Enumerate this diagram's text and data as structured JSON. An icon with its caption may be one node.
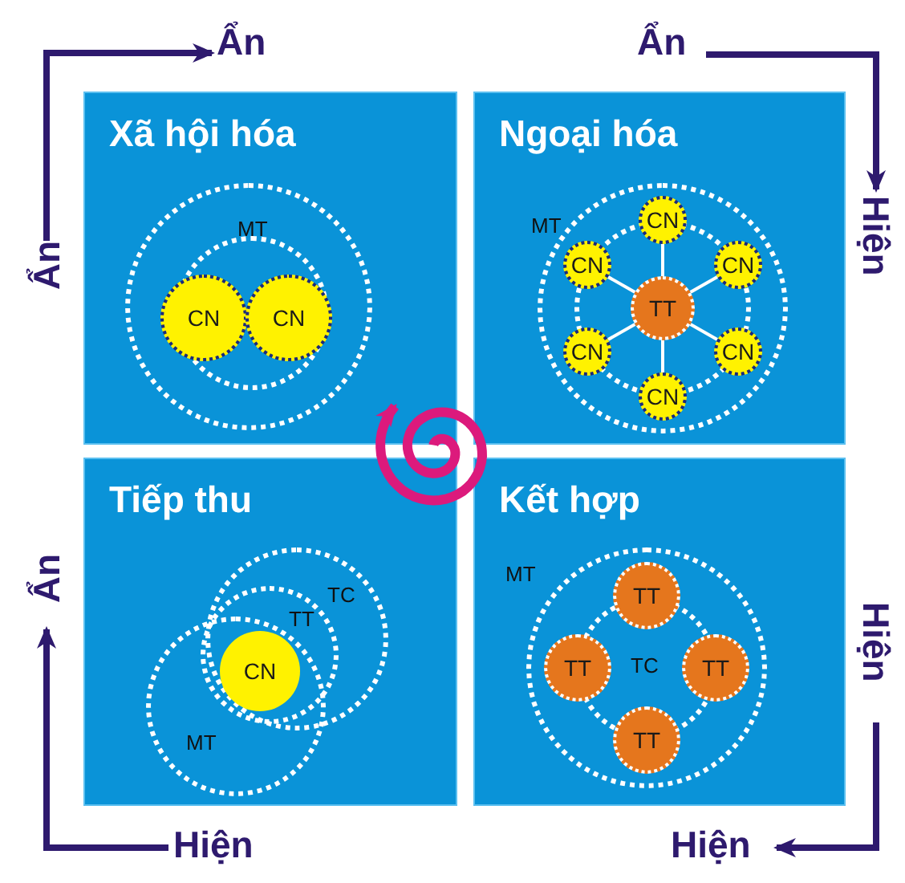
{
  "diagram": {
    "nodes": [
      {
        "text": [
          "Xã hội hóa"
        ]
      },
      {
        "text": [
          "CN"
        ],
        "in": 0
      },
      {
        "text": [
          "CN"
        ],
        "in": 0
      },
      {
        "text": [
          "Ngoại hóa"
        ]
      },
      {
        "text": [
          "CN"
        ],
        "in": 3
      },
      {
        "text": [
          "CN"
        ],
        "in": 3
      },
      {
        "text": [
          "CN"
        ],
        "in": 3
      },
      {
        "text": [
          "TT"
        ],
        "in": 3
      },
      {
        "text": [
          "CN"
        ],
        "in": 3
      },
      {
        "text": [
          "CN"
        ],
        "in": 3
      },
      {
        "text": [
          "CN"
        ],
        "in": 3
      },
      {
        "text": [
          "Tiếp thu"
        ]
      },
      {
        "text": [
          "CN"
        ],
        "in": 11
      },
      {
        "text": [
          "Kết hợp"
        ]
      },
      {
        "text": [
          "TT"
        ],
        "in": 13
      },
      {
        "text": [
          "TT"
        ],
        "in": 13
      },
      {
        "text": [
          "TT"
        ],
        "in": 13
      },
      {
        "text": [
          "TT"
        ],
        "in": 13
      },
      {
        "text": [
          "Ẩn"
        ]
      },
      {
        "text": [
          "Ẩn"
        ]
      },
      {
        "text": [
          "Ẩn"
        ]
      },
      {
        "text": [
          "Hiện"
        ]
      },
      {
        "text": [
          "Ẩn"
        ]
      },
      {
        "text": [
          "Hiện"
        ]
      },
      {
        "text": [
          "Hiện"
        ]
      },
      {
        "text": [
          "Hiện"
        ]
      }
    ],
    "edges": [
      {
        "from": 7,
        "to": 4,
        "arrow": "none"
      },
      {
        "from": 7,
        "to": 5,
        "arrow": "none"
      },
      {
        "from": 7,
        "to": 6,
        "arrow": "none"
      },
      {
        "from": 7,
        "to": 8,
        "arrow": "none"
      },
      {
        "from": 7,
        "to": 9,
        "arrow": "none"
      },
      {
        "from": 7,
        "to": 10,
        "arrow": "none"
      },
      {
        "from": 20,
        "to": 18,
        "arrow": "to",
        "style": "thick",
        "color": "#2e1a6e"
      },
      {
        "from": 19,
        "to": 21,
        "arrow": "to",
        "style": "thick",
        "color": "#2e1a6e"
      },
      {
        "from": 23,
        "to": 25,
        "arrow": "to",
        "style": "thick",
        "color": "#2e1a6e"
      },
      {
        "from": 24,
        "to": 22,
        "arrow": "to",
        "style": "thick",
        "color": "#2e1a6e"
      }
    ],
    "labels": [
      "MT",
      "MT",
      "TC",
      "TT",
      "MT",
      "MT",
      "TC"
    ]
  }
}
